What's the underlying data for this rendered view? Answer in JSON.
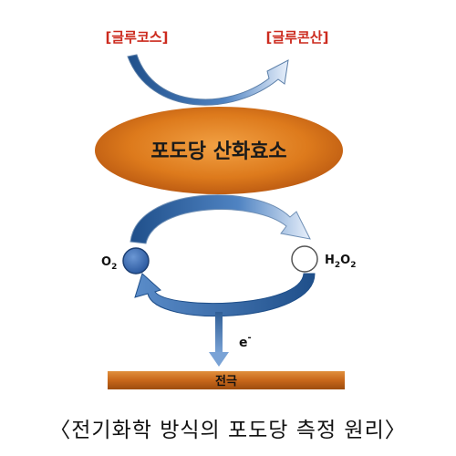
{
  "substrate_label": "[글루코스]",
  "product_label": "[글루콘산]",
  "enzyme_label": "포도당 산화효소",
  "oxygen": {
    "base": "O",
    "subscript": "2"
  },
  "peroxide": {
    "p1": "H",
    "s1": "2",
    "p2": "O",
    "s2": "2"
  },
  "electron": {
    "base": "e",
    "superscript": "-"
  },
  "electrode_label": "전극",
  "caption": "〈전기화학 방식의 포도당 측정 원리〉",
  "colors": {
    "label_red": "#cc2a1e",
    "enzyme_orange": "#d9731a",
    "arrow_blue": "#2f5e96",
    "oxygen_blue": "#3a6bb4",
    "electrode_orange": "#c8671a"
  }
}
